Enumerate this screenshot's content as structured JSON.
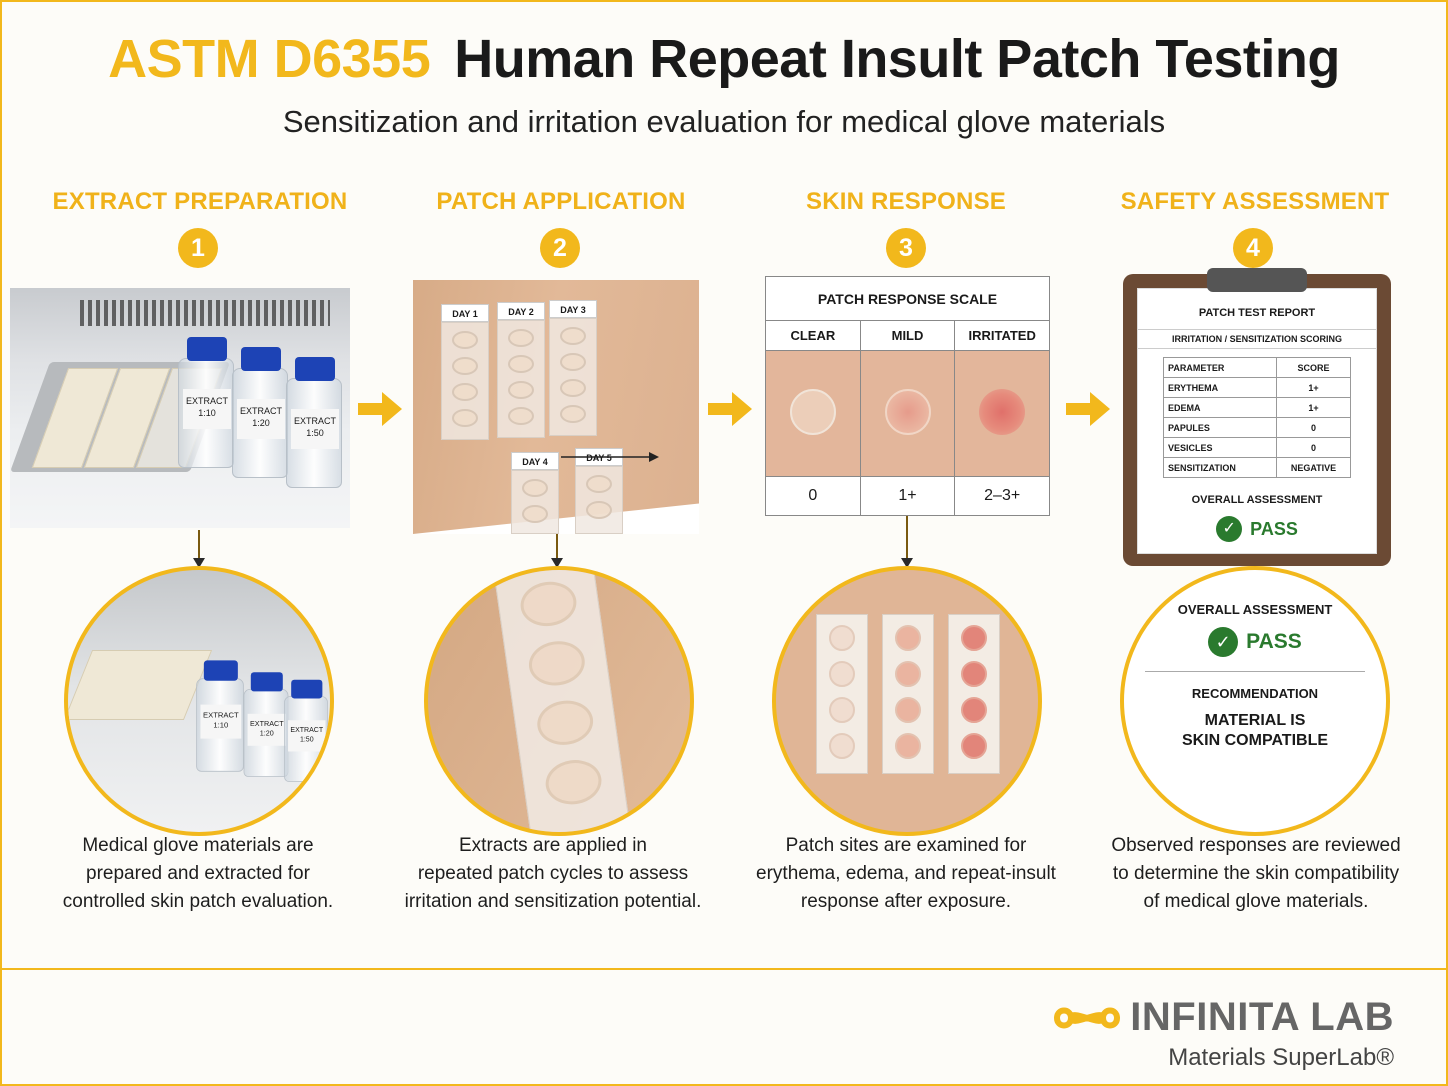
{
  "header": {
    "title_highlight": "ASTM D6355",
    "title_main": "Human Repeat Insult Patch Testing",
    "subtitle": "Sensitization and irritation evaluation for medical glove materials"
  },
  "steps": [
    {
      "number": "1",
      "title": "EXTRACT PREPARATION",
      "caption": [
        "Medical glove materials are",
        "prepared and extracted for",
        "controlled skin patch evaluation."
      ]
    },
    {
      "number": "2",
      "title": "PATCH APPLICATION",
      "caption": [
        "Extracts are applied in",
        "repeated patch cycles to assess",
        "irritation and sensitization potential."
      ]
    },
    {
      "number": "3",
      "title": "SKIN RESPONSE",
      "caption": [
        "Patch sites are examined for",
        "erythema, edema, and repeat-insult",
        "response after exposure."
      ]
    },
    {
      "number": "4",
      "title": "SAFETY ASSESSMENT",
      "caption": [
        "Observed responses are reviewed",
        "to determine the skin compatibility",
        "of medical glove materials."
      ]
    }
  ],
  "extract_labels": [
    {
      "line1": "EXTRACT",
      "line2": "1:10"
    },
    {
      "line1": "EXTRACT",
      "line2": "1:20"
    },
    {
      "line1": "EXTRACT",
      "line2": "1:50"
    }
  ],
  "day_labels": [
    "DAY 1",
    "DAY 2",
    "DAY 3",
    "DAY 4",
    "DAY 5"
  ],
  "response_scale": {
    "title": "PATCH RESPONSE SCALE",
    "columns": [
      "CLEAR",
      "MILD",
      "IRRITATED"
    ],
    "values": [
      "0",
      "1+",
      "2–3+"
    ]
  },
  "report": {
    "title": "PATCH TEST REPORT",
    "subtitle": "IRRITATION / SENSITIZATION SCORING",
    "header": [
      "PARAMETER",
      "SCORE"
    ],
    "rows": [
      [
        "ERYTHEMA",
        "1+"
      ],
      [
        "EDEMA",
        "1+"
      ],
      [
        "PAPULES",
        "0"
      ],
      [
        "VESICLES",
        "0"
      ],
      [
        "SENSITIZATION",
        "NEGATIVE"
      ]
    ],
    "overall_label": "OVERALL ASSESSMENT",
    "result": "PASS"
  },
  "assessment_detail": {
    "overall_label": "OVERALL ASSESSMENT",
    "result": "PASS",
    "recommendation_label": "RECOMMENDATION",
    "recommendation_line1": "MATERIAL IS",
    "recommendation_line2": "SKIN COMPATIBLE"
  },
  "brand": {
    "name": "INFINITA LAB",
    "tagline": "Materials SuperLab®"
  },
  "colors": {
    "accent": "#f2b81c",
    "pass_green": "#2a7a2e",
    "clipboard": "#6b4a34",
    "vial_cap": "#1d43b5"
  }
}
